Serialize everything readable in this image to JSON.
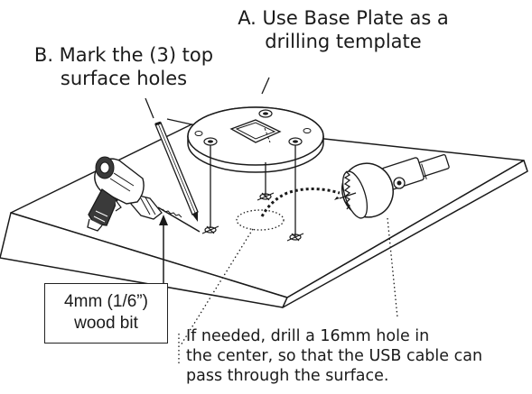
{
  "labels": {
    "step_a_line1": "A. Use Base Plate as a",
    "step_a_line2": "drilling template",
    "step_b_line1": "B. Mark the (3) top",
    "step_b_line2": "surface holes",
    "bit_line1": "4mm (1/6”)",
    "bit_line2": "wood bit",
    "center_line1": "If needed, drill a 16mm  hole in",
    "center_line2": "the center, so that the USB cable can",
    "center_line3": "pass through the surface."
  },
  "icons": {
    "drill": "power-drill-icon",
    "pencil": "pencil-icon",
    "hole_saw": "hole-saw-icon",
    "base_plate": "base-plate-icon"
  },
  "colors": {
    "line": "#1a1a1a",
    "surface": "#ffffff",
    "drill_grip": "#3a3a3a"
  }
}
